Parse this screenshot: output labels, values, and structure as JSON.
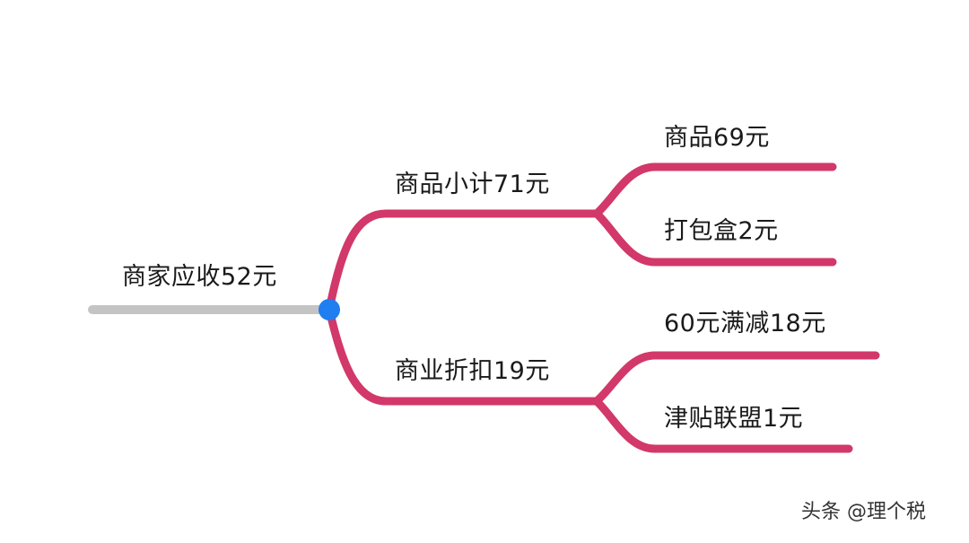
{
  "colors": {
    "root_line": "#c4c4c4",
    "branch_line": "#d2386a",
    "root_dot": "#1f7ef0"
  },
  "root": {
    "label": "商家应收52元"
  },
  "branches": [
    {
      "label": "商品小计71元",
      "children": [
        {
          "label": "商品69元"
        },
        {
          "label": "打包盒2元"
        }
      ]
    },
    {
      "label": "商业折扣19元",
      "children": [
        {
          "label": "60元满减18元"
        },
        {
          "label": "津贴联盟1元"
        }
      ]
    }
  ],
  "watermark": "头条 @理个税"
}
